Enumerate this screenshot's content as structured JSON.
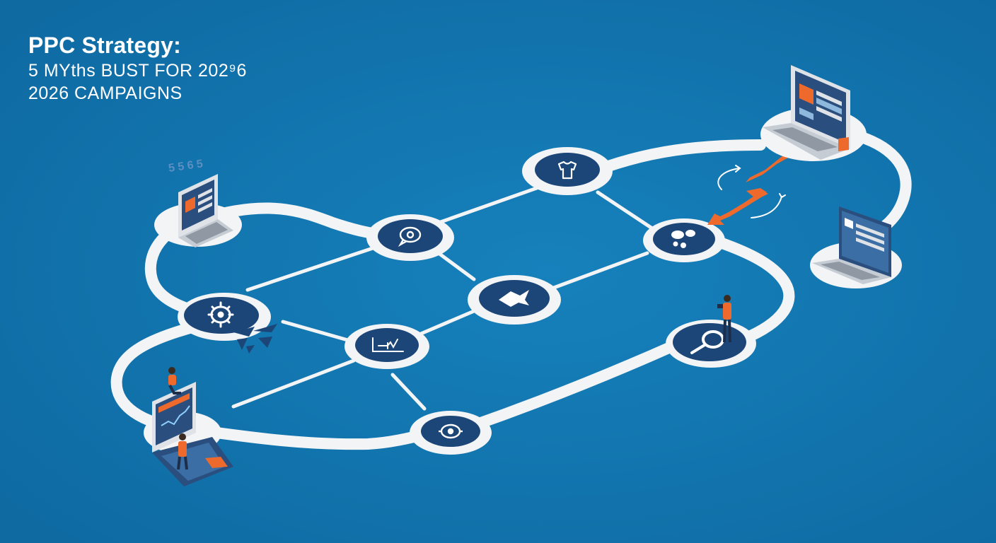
{
  "title": {
    "main": "PPC Strategy:",
    "line2": "5 MYths BUST FOR 202⁹6",
    "line3": "2026 CAMPAIGNS"
  },
  "floating_digits": "5 5 6 5",
  "colors": {
    "background": "#1172ab",
    "track": "#f2f4f6",
    "node_fill": "#1c4677",
    "accent": "#ee6a2c",
    "laptop_body": "#dfe3e8",
    "laptop_screen": "#2a4f7f"
  },
  "nodes": [
    {
      "id": "people-icon-node",
      "icon": "shirt-icon"
    },
    {
      "id": "chat-icon-node",
      "icon": "chat-bubble-icon"
    },
    {
      "id": "group-icon-node",
      "icon": "bubbles-icon"
    },
    {
      "id": "target-icon-node",
      "icon": "plane-icon"
    },
    {
      "id": "gear-icon-node",
      "icon": "gear-icon"
    },
    {
      "id": "chart-icon-node",
      "icon": "chart-icon"
    },
    {
      "id": "search-icon-node",
      "icon": "magnifier-icon"
    },
    {
      "id": "analytics-icon-node",
      "icon": "target-icon"
    }
  ]
}
